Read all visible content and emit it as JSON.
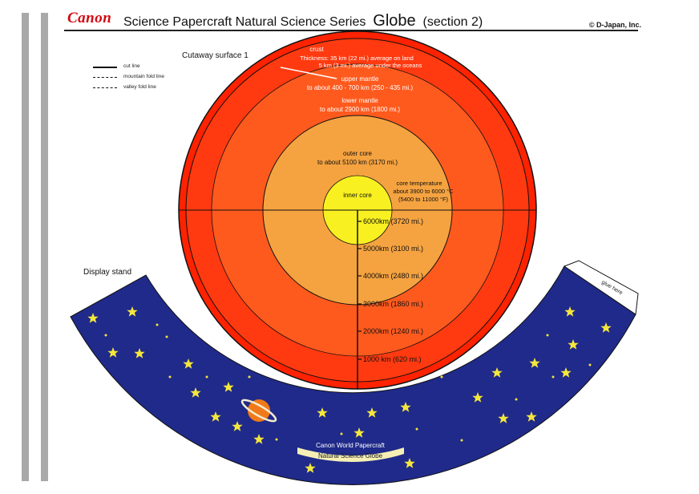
{
  "header": {
    "brand": "Canon",
    "series": "Science Papercraft   Natural Science Series",
    "globe": "Globe",
    "section": "(section 2)",
    "copyright": "© D-Japan, Inc."
  },
  "legend": {
    "cut_line": "cut line",
    "mountain_fold_line": "mountain fold line",
    "valley_fold_line": "valley fold line"
  },
  "labels": {
    "cutaway_surface": "Cutaway surface 1",
    "crust": "crust",
    "crust_thickness_land": "Thickness: 35 km (22 mi.) average on land",
    "crust_thickness_ocean": "5 km (3 mi.) average under the oceans",
    "upper_mantle": "upper mantle",
    "upper_mantle_depth": "to about 400 - 700 km (250 - 435 mi.)",
    "lower_mantle": "lower mantle",
    "lower_mantle_depth": "to about 2900 km (1800 mi.)",
    "outer_core": "outer core",
    "outer_core_depth": "to about 5100 km (3170 mi.)",
    "inner_core": "inner core",
    "core_temperature": "core temperature",
    "core_temperature_c": "about 3900 to 6000 °C",
    "core_temperature_f": "(5400 to 11000 °F)",
    "display_stand": "Display stand",
    "glue_here": "glue here",
    "stand_title": "Canon World Papercraft",
    "stand_subtitle": "Natural Science  Globe"
  },
  "scale": {
    "ticks": [
      {
        "value": 6000,
        "label": "6000km (3720 mi.)"
      },
      {
        "value": 5000,
        "label": "5000km (3100 mi.)"
      },
      {
        "value": 4000,
        "label": "4000km (2480 mi.)"
      },
      {
        "value": 3000,
        "label": "3000km (1860 mi.)"
      },
      {
        "value": 2000,
        "label": "2000km (1240 mi.)"
      },
      {
        "value": 1000,
        "label": "1000 km (620 mi.)"
      }
    ]
  },
  "colors": {
    "crust": "#ff2200",
    "upper_mantle": "#ff3a10",
    "lower_mantle": "#ff5a1e",
    "outer_core": "#f5a340",
    "inner_core": "#f8f020",
    "stand": "#1f2a8a",
    "star": "#f5e63c",
    "brand": "#d20a11"
  }
}
